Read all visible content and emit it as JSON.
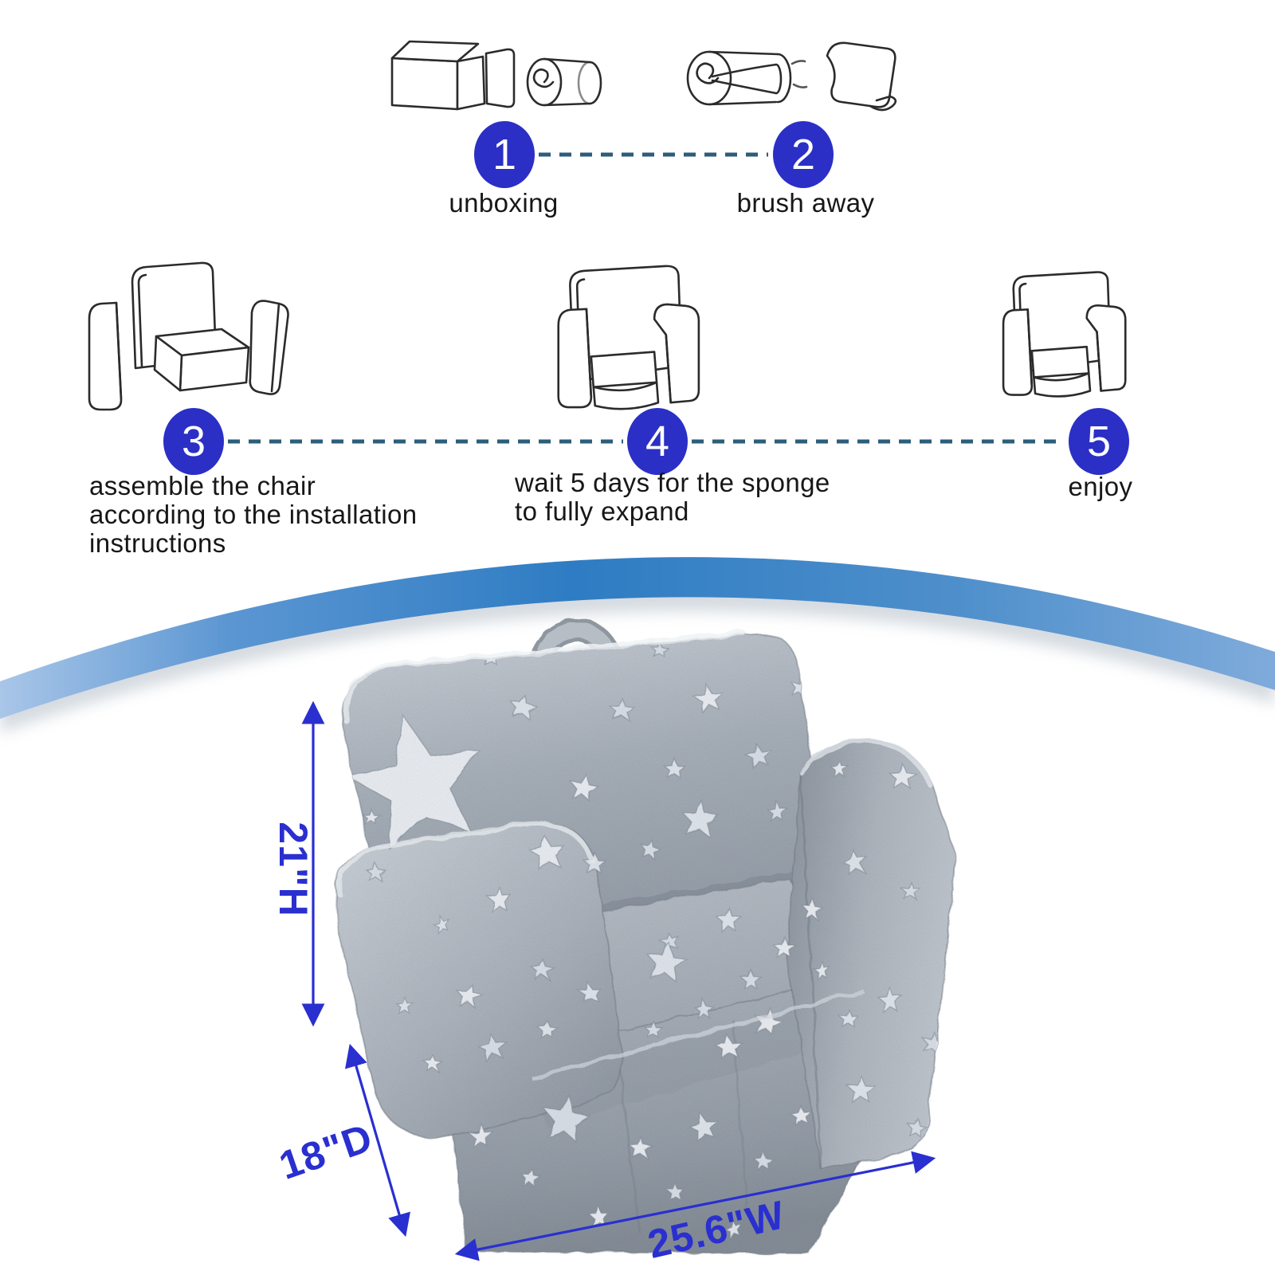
{
  "steps": [
    {
      "number": "1",
      "label_lines": [
        "unboxing"
      ]
    },
    {
      "number": "2",
      "label_lines": [
        "brush away"
      ]
    },
    {
      "number": "3",
      "label_lines": [
        "assemble the chair",
        "according to the installation",
        "instructions"
      ]
    },
    {
      "number": "4",
      "label_lines": [
        "wait 5 days for the sponge",
        "to fully expand"
      ]
    },
    {
      "number": "5",
      "label_lines": [
        "enjoy"
      ]
    }
  ],
  "dimensions": {
    "height": "21\"H",
    "depth": "18\"D",
    "width": "25.6\"W"
  },
  "icons": {
    "step1": "shipping-box-with-foam-roll-icon",
    "step2": "unrolling-foam-brush-away-icon",
    "step3": "exploded-chair-parts-icon",
    "step4": "expanded-chair-icon",
    "step5": "assembled-chair-icon"
  },
  "colors": {
    "step_circle_blue": "#2b2fc6",
    "connector_dash_teal": "#2d5d7b",
    "dimension_blue": "#2a2fd0",
    "swoosh_blue": "#2e7cc3",
    "chair_plush_gray": "#a8afb8",
    "star_white": "#eef1f5",
    "text_black": "#171717"
  }
}
